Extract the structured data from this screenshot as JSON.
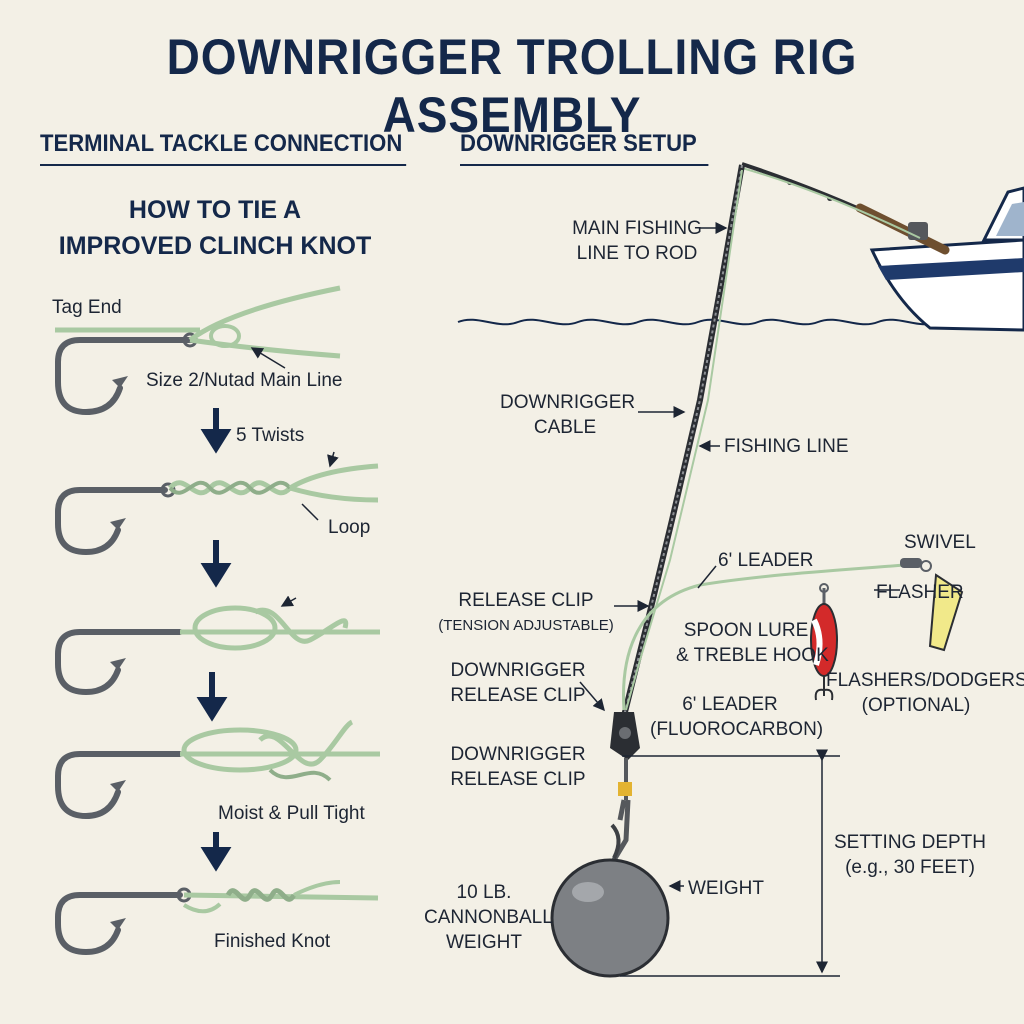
{
  "title": "DOWNRIGGER TROLLING RIG ASSEMBLY",
  "left_panel": {
    "heading": "TERMINAL TACKLE CONNECTION",
    "knot_title_line1": "HOW TO TIE A",
    "knot_title_line2": "IMPROVED CLINCH KNOT",
    "steps": {
      "tag_end": "Tag End",
      "main_line": "Size 2/Nutad Main Line",
      "twists": "5 Twists",
      "loop": "Loop",
      "pull_tight": "Moist & Pull Tight",
      "finished": "Finished Knot"
    }
  },
  "right_panel": {
    "heading": "DOWNRIGGER SETUP",
    "labels": {
      "main_line_1": "MAIN FISHING",
      "main_line_2": "LINE TO ROD",
      "cable_1": "DOWNRIGGER",
      "cable_2": "CABLE",
      "fishing_line": "FISHING LINE",
      "leader_top": "6' LEADER",
      "swivel": "SWIVEL",
      "flasher": "FLASHER",
      "release_clip_1": "RELEASE CLIP",
      "release_clip_2": "(TENSION ADJUSTABLE)",
      "spoon_1": "SPOON LURE",
      "spoon_2": "& TREBLE HOOK",
      "dr_clip_a_1": "DOWNRIGGER",
      "dr_clip_a_2": "RELEASE CLIP",
      "flashers_1": "FLASHERS/DODGERS",
      "flashers_2": "(OPTIONAL)",
      "leader_fluoro_1": "6' LEADER",
      "leader_fluoro_2": "(FLUOROCARBON)",
      "dr_clip_b_1": "DOWNRIGGER",
      "dr_clip_b_2": "RELEASE CLIP",
      "depth_1": "SETTING DEPTH",
      "depth_2": "(e.g., 30 FEET)",
      "weight_arrow": "WEIGHT",
      "cannon_1": "10 LB.",
      "cannon_2": "CANNONBALL",
      "cannon_3": "WEIGHT"
    }
  },
  "colors": {
    "navy": "#14284a",
    "line_green": "#a9c9a2",
    "hook_gray": "#5a5f66",
    "weight_gray": "#7d8084",
    "spoon_red": "#d32a2a",
    "flasher_yellow": "#f1e98a"
  },
  "icons": [
    "hook-icon",
    "down-arrow-icon",
    "boat-icon",
    "fishing-rod-icon",
    "cannonball-icon",
    "swivel-icon",
    "spoon-lure-icon",
    "flasher-icon"
  ]
}
